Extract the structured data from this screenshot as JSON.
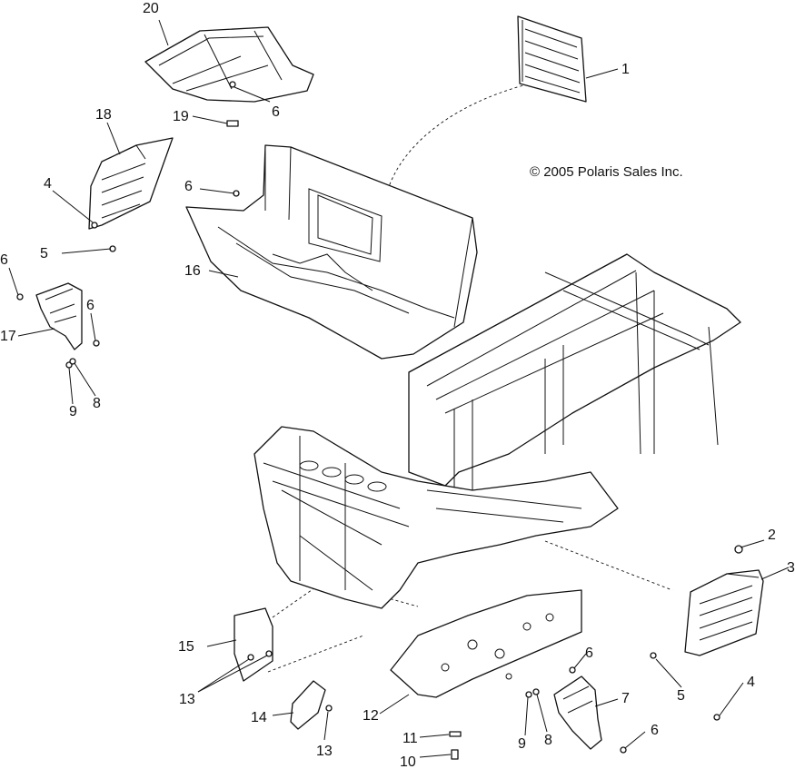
{
  "copyright": "© 2005 Polaris Sales Inc.",
  "callouts": {
    "c1": "1",
    "c2": "2",
    "c3": "3",
    "c4a": "4",
    "c4b": "4",
    "c5a": "5",
    "c5b": "5",
    "c6a": "6",
    "c6b": "6",
    "c6c": "6",
    "c6d": "6",
    "c6e": "6",
    "c6f": "6",
    "c7": "7",
    "c8a": "8",
    "c8b": "8",
    "c9a": "9",
    "c9b": "9",
    "c10": "10",
    "c11": "11",
    "c12": "12",
    "c13a": "13",
    "c13b": "13",
    "c14": "14",
    "c15": "15",
    "c16": "16",
    "c17": "17",
    "c18": "18",
    "c19": "19",
    "c20": "20"
  }
}
